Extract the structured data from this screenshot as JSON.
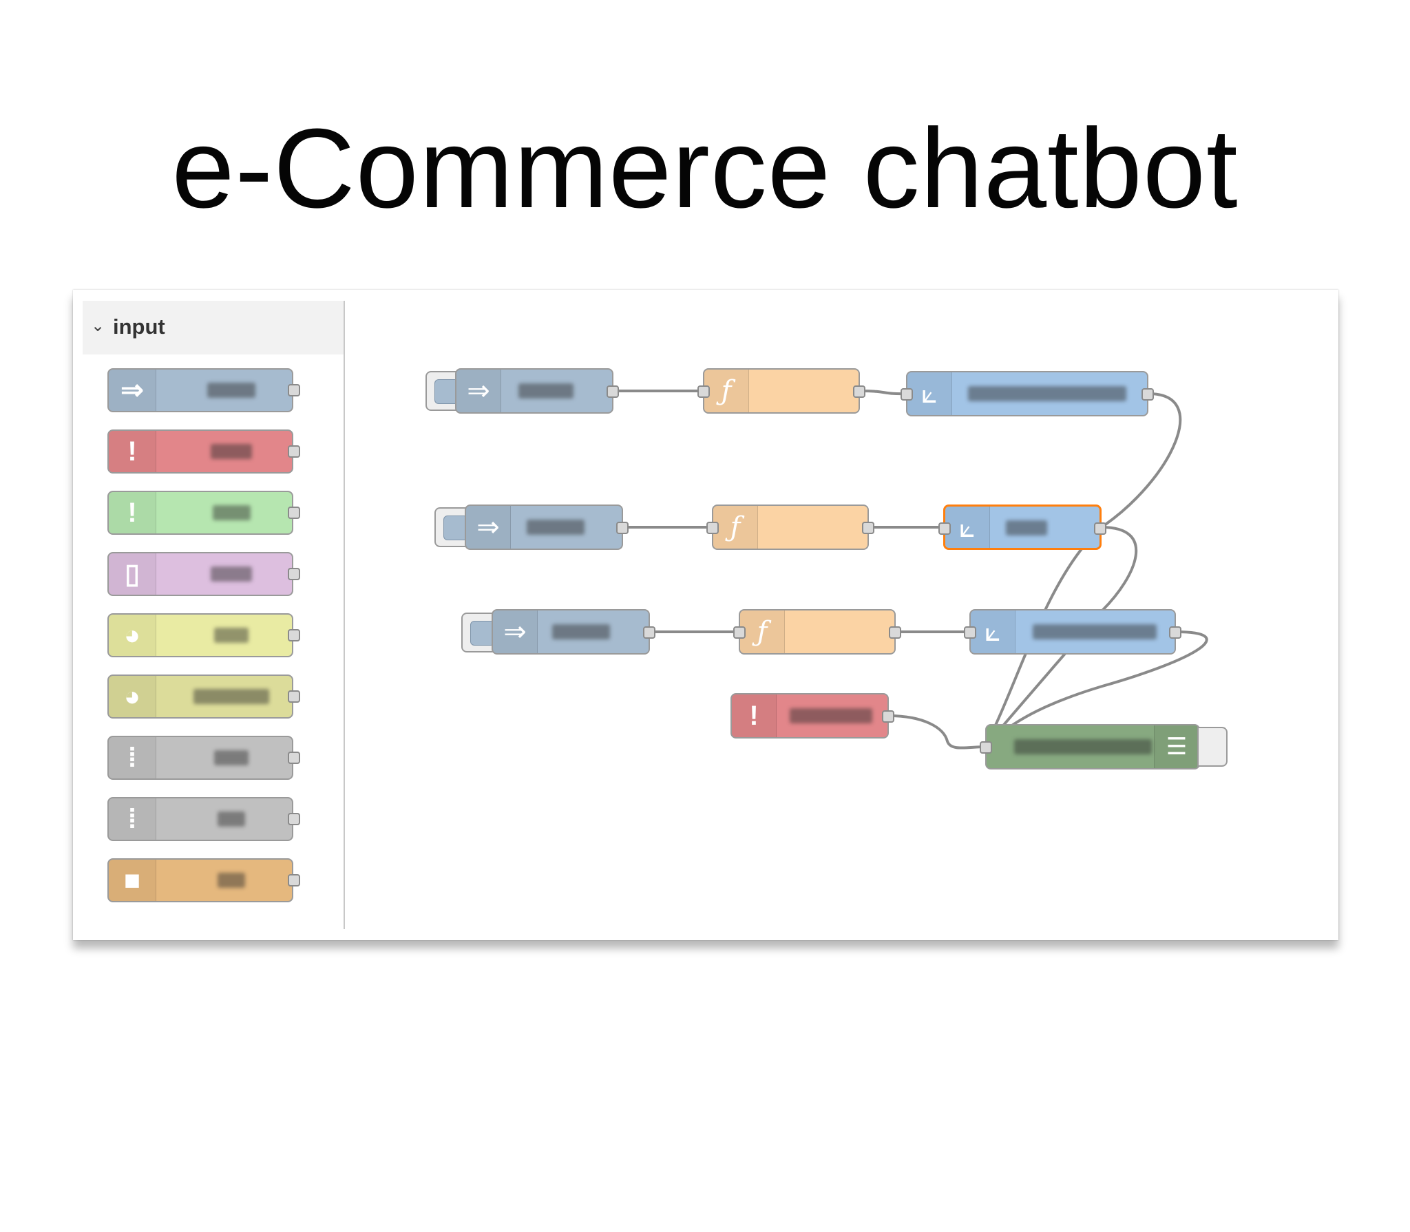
{
  "slide": {
    "title": "e-Commerce chatbot"
  },
  "palette": {
    "section_label": "input",
    "chevron": "chevron-down-icon",
    "nodes": [
      {
        "name": "inject",
        "color": "#a6bbcf",
        "icon": "arrow-right-icon"
      },
      {
        "name": "catch",
        "color": "#e2868a",
        "icon": "exclamation-icon"
      },
      {
        "name": "status",
        "color": "#b6e6b0",
        "icon": "exclamation-icon"
      },
      {
        "name": "link",
        "color": "#ddbfdf",
        "icon": "link-icon"
      },
      {
        "name": "mqtt",
        "color": "#e9eba3",
        "icon": "globe-icon"
      },
      {
        "name": "http",
        "color": "#dcdc9a",
        "icon": "globe-icon"
      },
      {
        "name": "websocket",
        "color": "#c0c0c0",
        "icon": "wave-icon"
      },
      {
        "name": "tcp",
        "color": "#c0c0c0",
        "icon": "wave-icon"
      },
      {
        "name": "udp",
        "color": "#e5b87e",
        "icon": "square-icon"
      }
    ]
  },
  "flow": {
    "colors": {
      "inject": "#a6bbcf",
      "function": "#fbd3a4",
      "chart": "#a2c4e6",
      "catch": "#e2868a",
      "debug": "#87a980",
      "selected_border": "#ff7f0e",
      "wire": "#8a8a8a"
    },
    "icons": {
      "inject": "arrow-right-icon",
      "function": "function-icon",
      "chart": "chart-icon",
      "catch": "exclamation-icon",
      "debug": "list-icon"
    }
  }
}
